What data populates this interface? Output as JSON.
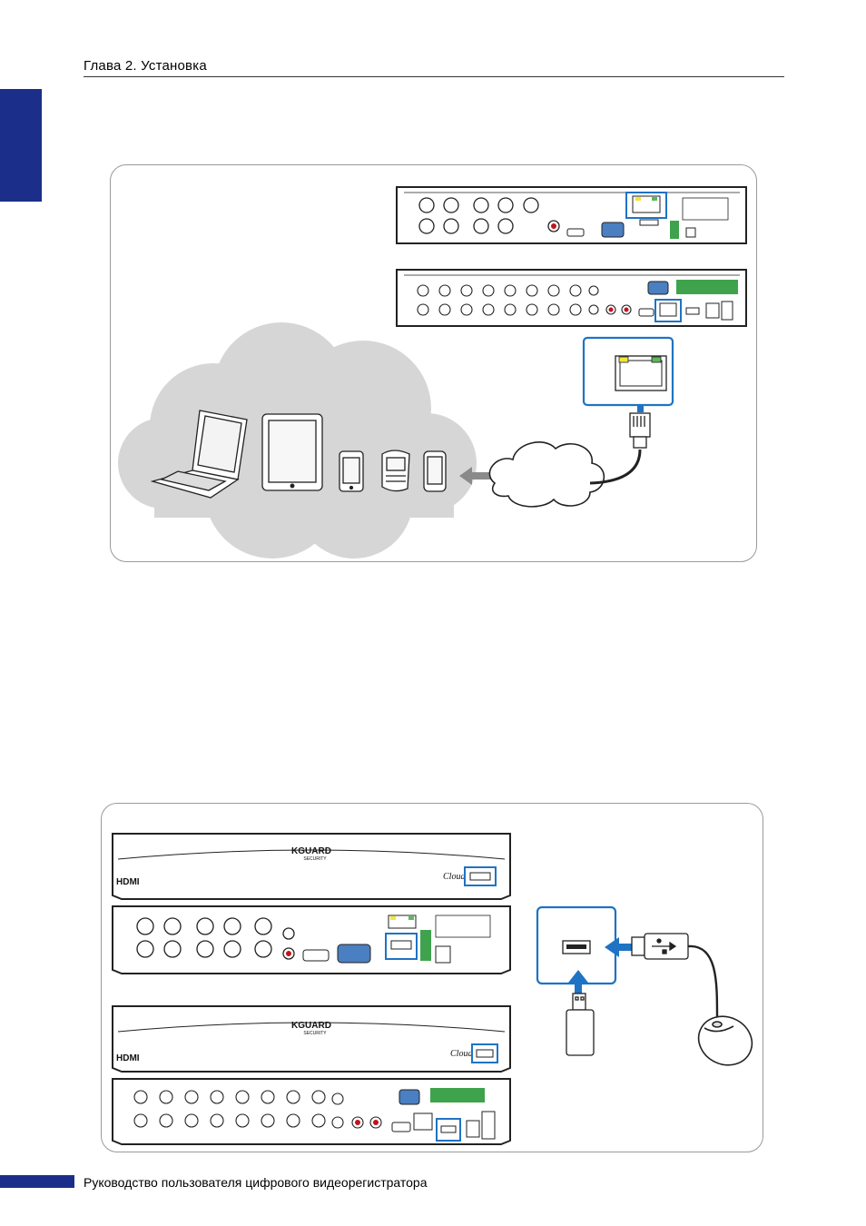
{
  "header": {
    "chapter": "Глава 2. Установка"
  },
  "figure1": {
    "brand": "KGUARD"
  },
  "figure2": {
    "brand_top": "KGUARD",
    "brand_sub": "SECURITY",
    "hdmi": "HDMI",
    "cloud": "Cloud"
  },
  "footer": {
    "text": "Руководство пользователя цифрового видеорегистратора"
  },
  "colors": {
    "accent": "#1b2f8a",
    "highlight": "#1f73c4",
    "terminal": "#3fa34d"
  }
}
